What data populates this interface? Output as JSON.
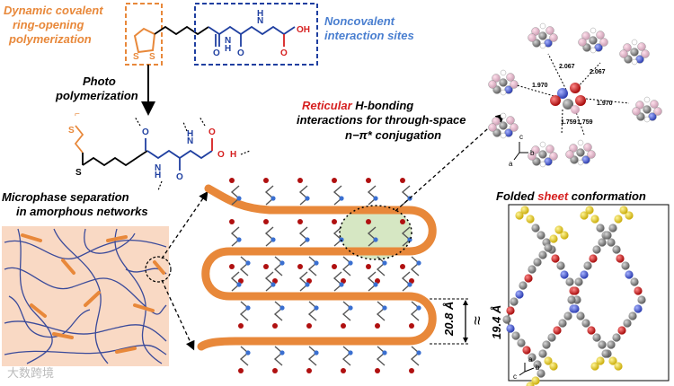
{
  "labels": {
    "dynamic_line1": "Dynamic covalent",
    "dynamic_line2": "ring-opening",
    "dynamic_line3": "polymerization",
    "noncovalent_line1": "Noncovalent",
    "noncovalent_line2": "interaction sites",
    "photo_line1": "Photo",
    "photo_line2": "polymerization",
    "reticular_word": "Reticular",
    "reticular_rest": " H-bonding",
    "reticular_line2": "interactions for through-space",
    "reticular_line3": "n−π* conjugation",
    "micro_line1": "Microphase separation",
    "micro_line2": "in amorphous networks",
    "folded_pre": "Folded ",
    "folded_word": "sheet",
    "folded_post": " conformation",
    "dim_1": "20.8 Å",
    "dim_2": "19.4 Å",
    "approx": "≈",
    "watermark": "大数跨境"
  },
  "chem": {
    "S": "S",
    "O": "O",
    "N": "N",
    "H": "H",
    "OH": "OH"
  },
  "distances": [
    "2.067",
    "2.067",
    "1.970",
    "1.970",
    "1.759",
    "1.759"
  ],
  "axes": {
    "a": "a",
    "b": "b",
    "c": "c"
  },
  "colors": {
    "orange": "#e8883a",
    "blue": "#1f3fa0",
    "red": "#d62020",
    "green_highlight": "#cfe3b8",
    "network_bg": "#f9d9c4"
  }
}
